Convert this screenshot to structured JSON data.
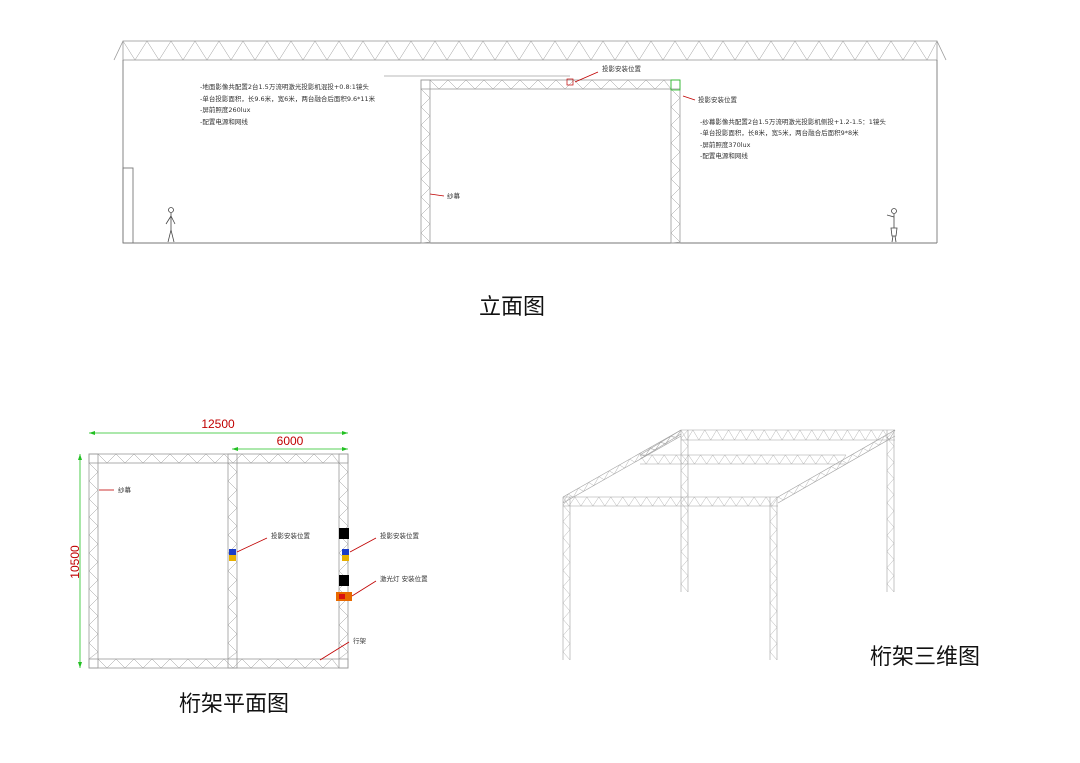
{
  "elevation": {
    "title": "立面图",
    "left_notes": [
      "-地面影像共配置2台1.5万流明激光投影机混投+0.8:1镜头",
      "-单台投影面积，长9.6米，宽6米，两台融合后面积9.6*11米",
      "-屏前照度260lux",
      "-配置电源和网线"
    ],
    "right_notes": [
      "-纱幕影像共配置2台1.5万流明激光投影机侧投+1.2-1.5：1镜头",
      "-单台投影面积，长8米，宽5米，两台融合后面积9*8米",
      "-屏前照度370lux",
      "-配置电源和网线"
    ],
    "label_proj_top": "投影安装位置",
    "label_proj_right": "投影安装位置",
    "label_scrim": "纱幕"
  },
  "plan": {
    "title": "桁架平面图",
    "dim_total": "12500",
    "dim_half": "6000",
    "dim_depth": "10500",
    "label_scrim": "纱幕",
    "label_proj_center": "投影安装位置",
    "label_proj_right": "投影安装位置",
    "label_laser": "激光灯 安装位置",
    "label_truss": "行架"
  },
  "view3d": {
    "title": "桁架三维图"
  },
  "colors": {
    "dimension": "#c00000",
    "truss": "#9a9a9a",
    "guide": "#22c022"
  }
}
